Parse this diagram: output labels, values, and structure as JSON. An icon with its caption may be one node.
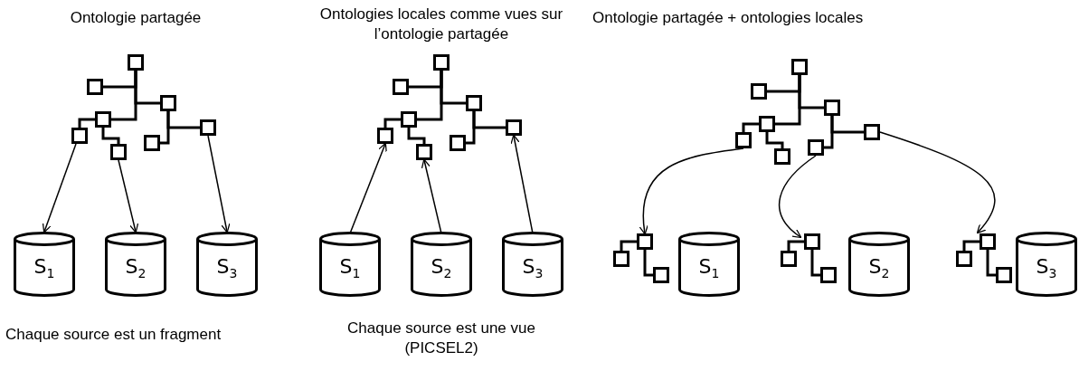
{
  "diagram": {
    "nodes": [
      {
        "text": [],
        "shape": "box"
      },
      {
        "text": [],
        "shape": "box"
      },
      {
        "text": [],
        "shape": "box"
      },
      {
        "text": [],
        "shape": "box"
      },
      {
        "text": [],
        "shape": "box"
      },
      {
        "text": [],
        "shape": "box"
      },
      {
        "text": [],
        "shape": "box"
      },
      {
        "text": [],
        "shape": "box"
      },
      {
        "text": [
          "S$_{1}$"
        ]
      },
      {
        "text": [
          "S$_{2}$"
        ]
      },
      {
        "text": [
          "S$_{3}$"
        ]
      },
      {
        "text": [],
        "shape": "box"
      },
      {
        "text": [],
        "shape": "box"
      },
      {
        "text": [],
        "shape": "box"
      },
      {
        "text": [],
        "shape": "box"
      },
      {
        "text": [],
        "shape": "box"
      },
      {
        "text": [],
        "shape": "box"
      },
      {
        "text": [],
        "shape": "box"
      },
      {
        "text": [],
        "shape": "box"
      },
      {
        "text": [
          "S$_{1}$"
        ]
      },
      {
        "text": [
          "S$_{2}$"
        ]
      },
      {
        "text": [
          "S$_{3}$"
        ]
      },
      {
        "text": [],
        "shape": "box"
      },
      {
        "text": [],
        "shape": "box"
      },
      {
        "text": [],
        "shape": "box"
      },
      {
        "text": [],
        "shape": "box"
      },
      {
        "text": [],
        "shape": "box"
      },
      {
        "text": [],
        "shape": "box"
      },
      {
        "text": [],
        "shape": "box"
      },
      {
        "text": [],
        "shape": "box"
      },
      {
        "text": [],
        "shape": "box"
      },
      {
        "text": [],
        "shape": "box"
      },
      {
        "text": [],
        "shape": "box"
      },
      {
        "text": [
          "S$_{1}$"
        ]
      },
      {
        "text": [],
        "shape": "box"
      },
      {
        "text": [],
        "shape": "box"
      },
      {
        "text": [],
        "shape": "box"
      },
      {
        "text": [
          "S$_{2}$"
        ]
      },
      {
        "text": [],
        "shape": "box"
      },
      {
        "text": [],
        "shape": "box"
      },
      {
        "text": [],
        "shape": "box"
      },
      {
        "text": [
          "S$_{3}$"
        ]
      }
    ],
    "edges": [
      {
        "from": 0,
        "to": 1,
        "arrow": "none"
      },
      {
        "from": 0,
        "to": 2,
        "arrow": "none"
      },
      {
        "from": 0,
        "to": 3,
        "arrow": "none"
      },
      {
        "from": 2,
        "to": 7,
        "arrow": "none"
      },
      {
        "from": 2,
        "to": 6,
        "arrow": "none"
      },
      {
        "from": 3,
        "to": 4,
        "arrow": "none"
      },
      {
        "from": 3,
        "to": 5,
        "arrow": "none"
      },
      {
        "from": 4,
        "to": 8,
        "arrow": "to"
      },
      {
        "from": 5,
        "to": 9,
        "arrow": "to"
      },
      {
        "from": 7,
        "to": 10,
        "arrow": "to"
      },
      {
        "from": 11,
        "to": 12,
        "arrow": "none"
      },
      {
        "from": 11,
        "to": 13,
        "arrow": "none"
      },
      {
        "from": 11,
        "to": 14,
        "arrow": "none"
      },
      {
        "from": 13,
        "to": 18,
        "arrow": "none"
      },
      {
        "from": 13,
        "to": 17,
        "arrow": "none"
      },
      {
        "from": 14,
        "to": 15,
        "arrow": "none"
      },
      {
        "from": 14,
        "to": 16,
        "arrow": "none"
      },
      {
        "from": 19,
        "to": 15,
        "arrow": "to"
      },
      {
        "from": 20,
        "to": 16,
        "arrow": "to"
      },
      {
        "from": 21,
        "to": 18,
        "arrow": "to"
      },
      {
        "from": 22,
        "to": 23,
        "arrow": "none"
      },
      {
        "from": 22,
        "to": 24,
        "arrow": "none"
      },
      {
        "from": 22,
        "to": 25,
        "arrow": "none"
      },
      {
        "from": 24,
        "to": 29,
        "arrow": "none"
      },
      {
        "from": 24,
        "to": 28,
        "arrow": "none"
      },
      {
        "from": 25,
        "to": 26,
        "arrow": "none"
      },
      {
        "from": 25,
        "to": 27,
        "arrow": "none"
      },
      {
        "from": 30,
        "to": 31,
        "arrow": "none"
      },
      {
        "from": 30,
        "to": 32,
        "arrow": "none"
      },
      {
        "from": 34,
        "to": 35,
        "arrow": "none"
      },
      {
        "from": 34,
        "to": 36,
        "arrow": "none"
      },
      {
        "from": 38,
        "to": 39,
        "arrow": "none"
      },
      {
        "from": 38,
        "to": 40,
        "arrow": "none"
      },
      {
        "from": 26,
        "to": 30,
        "arrow": "to"
      },
      {
        "from": 28,
        "to": 34,
        "arrow": "to"
      },
      {
        "from": 29,
        "to": 38,
        "arrow": "to"
      }
    ],
    "labels": [
      "Ontologie partagée",
      "Ontologies locales comme vues sur l’ontologie partagée",
      "Ontologie partagée + ontologies locales",
      "Chaque source est un fragment",
      "Chaque source est une vue (PICSEL2)"
    ]
  }
}
